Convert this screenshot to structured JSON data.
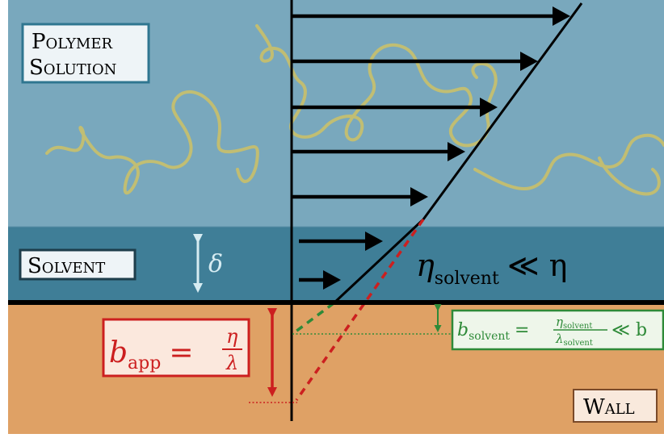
{
  "colors": {
    "solution": "#79a8bd",
    "solvent": "#3f7e97",
    "wall": "#dfa165",
    "polymer": "#c9c06a",
    "arrow": "#000000",
    "apparent_slip": "#cc1f1f",
    "solvent_slip": "#2e8a38",
    "delta_arrow": "#d6ecf2"
  },
  "labels": {
    "polymer_line1": "Polymer",
    "polymer_line2": "Solution",
    "solvent": "Solvent",
    "wall": "Wall",
    "delta": "δ"
  },
  "equations": {
    "eta_solvent": {
      "eta": "η",
      "sub": "solvent",
      "relation": "≪ η"
    },
    "b_app": {
      "b": "b",
      "sub": "app",
      "equals": "=",
      "numerator": "η",
      "denominator": "λ"
    },
    "b_solvent": {
      "b": "b",
      "sub": "solvent",
      "equals": "=",
      "numerator": "η",
      "numerator_sub": "solvent",
      "denominator": "λ",
      "denominator_sub": "solvent",
      "relation": "≪ b"
    }
  },
  "icons": {
    "velocity_arrows": "right-arrow",
    "delta_marker": "double-headed-arrow",
    "slip_length_marker": "double-headed-arrow"
  }
}
